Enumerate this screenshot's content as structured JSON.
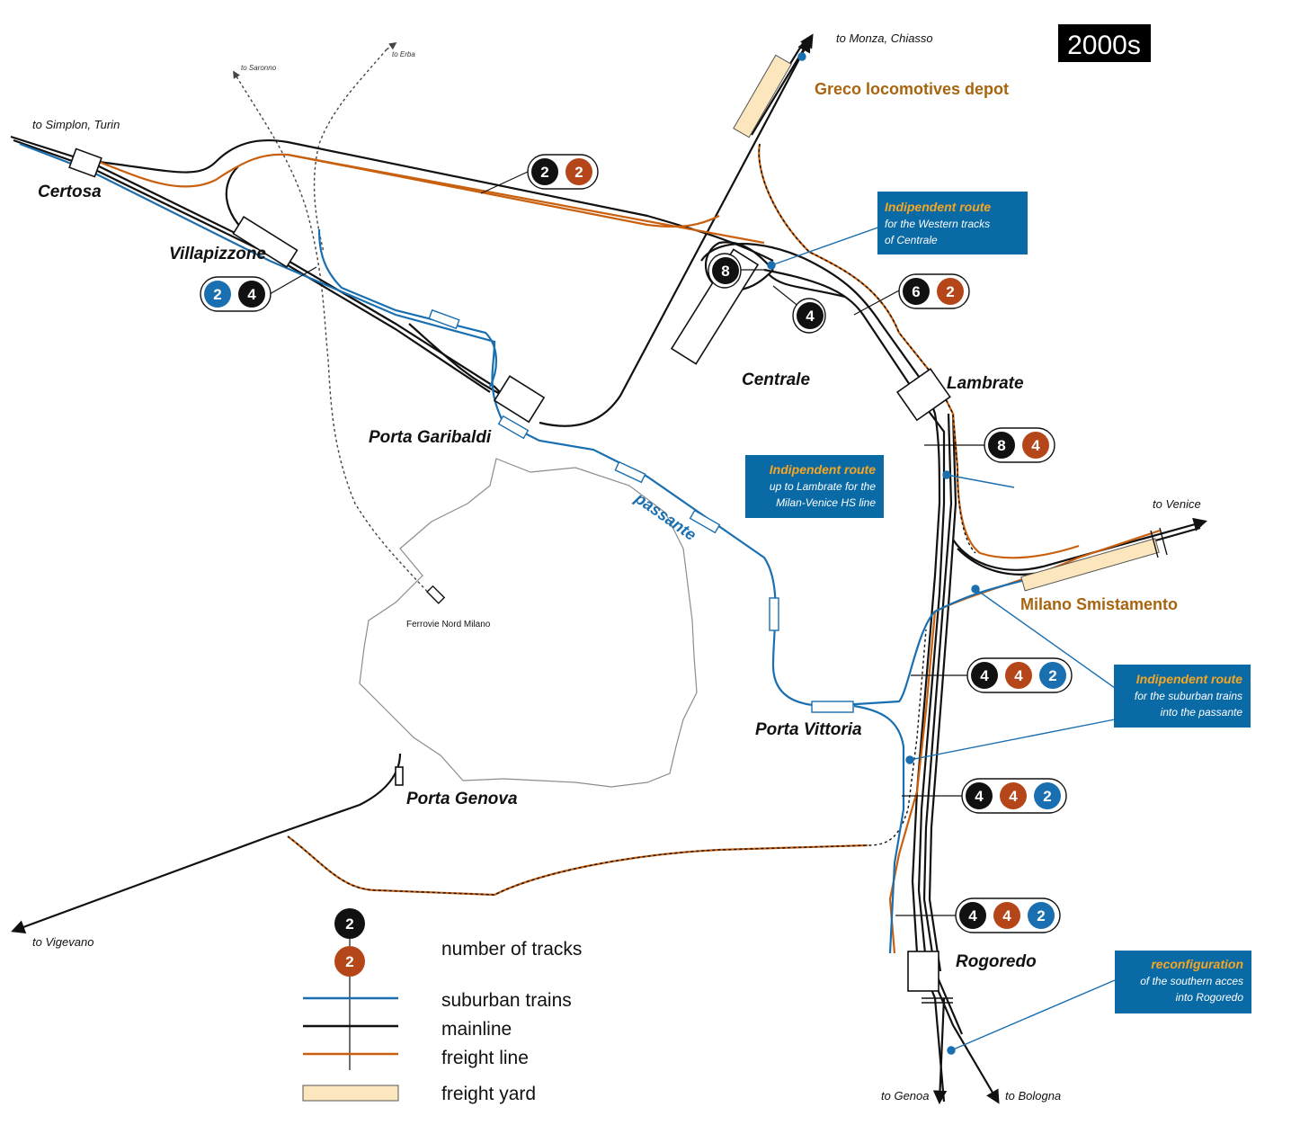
{
  "era": "2000s",
  "colors": {
    "suburban": "#1a6fb0",
    "mainline": "#111111",
    "freight": "#c8600f",
    "freight_yard": "#fbe6bd",
    "count_black": "#111111",
    "count_orange": "#b5461a",
    "count_blue": "#1a6fb0",
    "callout_bg": "#0a6aa5",
    "callout_title": "#f5a623"
  },
  "stations": {
    "certosa": "Certosa",
    "villapizzone": "Villapizzone",
    "porta_garibaldi": "Porta Garibaldi",
    "centrale": "Centrale",
    "lambrate": "Lambrate",
    "porta_vittoria": "Porta Vittoria",
    "porta_genova": "Porta Genova",
    "rogoredo": "Rogoredo",
    "ferrovie_nord": "Ferrovie Nord Milano"
  },
  "destinations": {
    "simplon": "to Simplon, Turin",
    "saronno": "to Saronno",
    "erba": "to Erba",
    "monza": "to Monza, Chiasso",
    "venice": "to Venice",
    "vigevano": "to Vigevano",
    "genoa": "to Genoa",
    "bologna": "to Bologna"
  },
  "yards": {
    "greco": "Greco locomotives depot",
    "smistamento": "Milano Smistamento"
  },
  "passante_label": "passante",
  "track_counts": {
    "a": [
      "2",
      "2"
    ],
    "b": [
      "2",
      "4"
    ],
    "c": [
      "8"
    ],
    "d": [
      "4"
    ],
    "e": [
      "6",
      "2"
    ],
    "f": [
      "8",
      "4"
    ],
    "g": [
      "4",
      "4",
      "2"
    ],
    "h": [
      "4",
      "4",
      "2"
    ],
    "i": [
      "4",
      "4",
      "2"
    ]
  },
  "callouts": {
    "western": {
      "title": "Indipendent route",
      "lines": [
        "for the Western tracks",
        "of Centrale"
      ]
    },
    "lambrate": {
      "title": "Indipendent route",
      "lines": [
        "up to Lambrate for the",
        "Milan-Venice HS line"
      ]
    },
    "suburban": {
      "title": "Indipendent route",
      "lines": [
        "for the suburban trains",
        "into the passante"
      ]
    },
    "southern": {
      "title": "reconfiguration",
      "lines": [
        "of the southern acces",
        "into Rogoredo"
      ]
    }
  },
  "legend": {
    "count_black": "2",
    "count_orange": "2",
    "number_of_tracks": "number of tracks",
    "suburban": "suburban trains",
    "mainline": "mainline",
    "freight": "freight line",
    "freight_yard": "freight yard"
  }
}
